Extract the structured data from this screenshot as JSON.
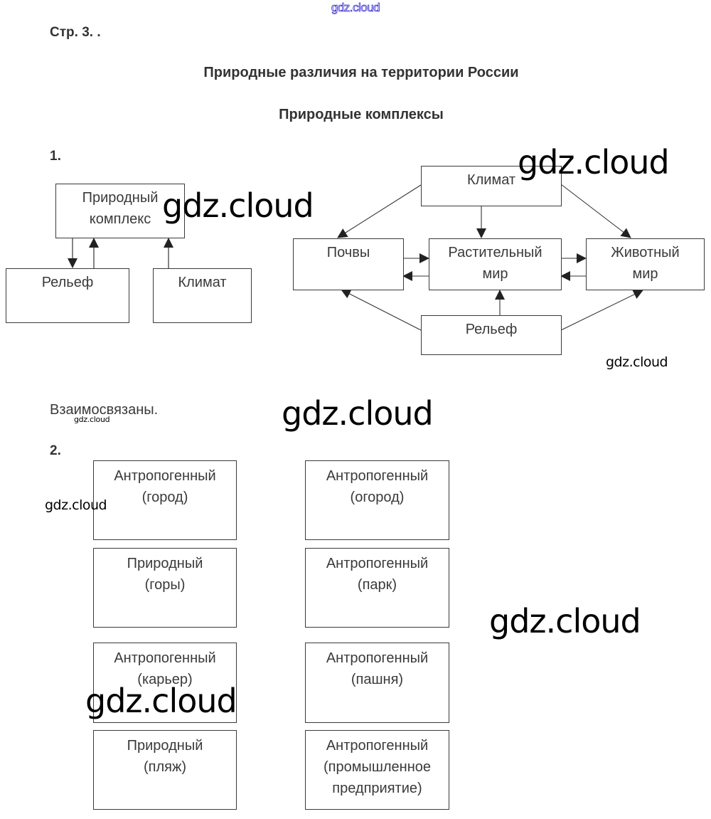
{
  "watermarks": {
    "top": "gdz.cloud",
    "text": "gdz.cloud"
  },
  "page": {
    "label": "Стр. 3. .",
    "title": "Природные различия на территории России",
    "subtitle": "Природные комплексы"
  },
  "task1": {
    "number": "1.",
    "left_diagram": {
      "center": [
        "Природный",
        "комплекс"
      ],
      "relief": "Рельеф",
      "climate": "Климат"
    },
    "right_diagram": {
      "climate": "Климат",
      "soils": "Почвы",
      "plants": [
        "Растительный",
        "мир"
      ],
      "animals": [
        "Животный",
        "мир"
      ],
      "relief": "Рельеф"
    },
    "answer": "Взаимосвязаны."
  },
  "task2": {
    "number": "2.",
    "boxes": [
      {
        "type": "Антропогенный",
        "example": "(город)"
      },
      {
        "type": "Антропогенный",
        "example": "(огород)"
      },
      {
        "type": "Природный",
        "example": "(горы)"
      },
      {
        "type": "Антропогенный",
        "example": "(парк)"
      },
      {
        "type": "Антропогенный",
        "example": "(карьер)"
      },
      {
        "type": "Антропогенный",
        "example": "(пашня)"
      },
      {
        "type": "Природный",
        "example": "(пляж)"
      },
      {
        "type": "Антропогенный",
        "example": "(промышленное",
        "example2": "предприятие)"
      }
    ]
  }
}
